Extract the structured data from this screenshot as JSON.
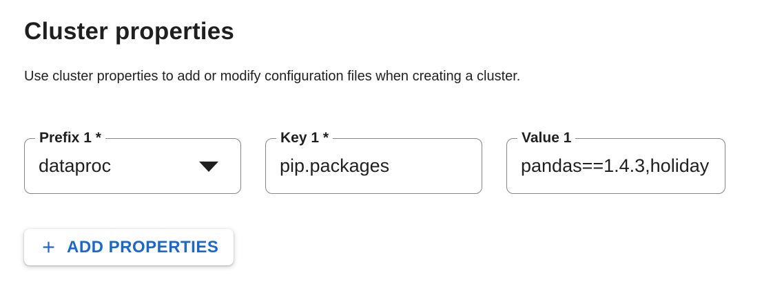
{
  "page": {
    "title": "Cluster properties",
    "description": "Use cluster properties to add or modify configuration files when creating a cluster."
  },
  "property_row": {
    "prefix": {
      "label": "Prefix 1 *",
      "value": "dataproc",
      "control": "dropdown"
    },
    "key": {
      "label": "Key 1 *",
      "value": "pip.packages",
      "control": "text-input"
    },
    "value": {
      "label": "Value 1",
      "value": "pandas==1.4.3,holiday",
      "control": "text-input"
    }
  },
  "actions": {
    "add_properties": {
      "label": "ADD PROPERTIES",
      "icon": "plus-icon"
    }
  },
  "icons": {
    "dropdown": "dropdown-arrow-icon",
    "add": "plus-icon"
  },
  "colors": {
    "accent_blue": "#1967d2",
    "text_primary": "#1f1f1f",
    "field_border_gray": "#80868b",
    "background": "#ffffff"
  }
}
